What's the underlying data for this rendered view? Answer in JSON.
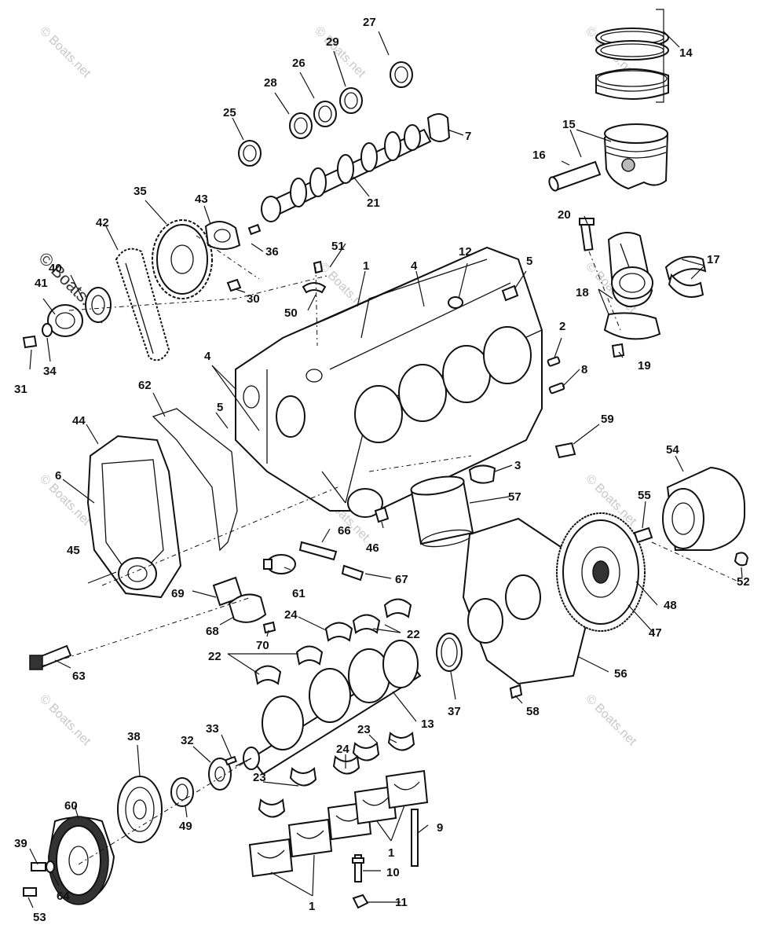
{
  "watermarks": [
    {
      "id": "wm1",
      "text": "© Boats.net"
    },
    {
      "id": "wm2",
      "text": "© Boats.net"
    },
    {
      "id": "wm3",
      "text": "© Boats.net"
    },
    {
      "id": "wm4",
      "text": "© Boats.net"
    },
    {
      "id": "wm5",
      "text": "© Boats.net"
    },
    {
      "id": "wm6",
      "text": "© Boats.net"
    },
    {
      "id": "wm7",
      "text": "© Boats.net"
    },
    {
      "id": "wm8",
      "text": "© Boats.net"
    },
    {
      "id": "wm9",
      "text": "© Boats.net"
    },
    {
      "id": "wm10",
      "text": "© Boats.net"
    },
    {
      "id": "wm11",
      "text": "© Boats.net"
    }
  ],
  "callouts": {
    "c1a": "1",
    "c1b": "1",
    "c1c": "1",
    "c2": "2",
    "c3": "3",
    "c4a": "4",
    "c4b": "4",
    "c5a": "5",
    "c5b": "5",
    "c6": "6",
    "c7": "7",
    "c8": "8",
    "c9": "9",
    "c10": "10",
    "c11": "11",
    "c12": "12",
    "c13": "13",
    "c14": "14",
    "c15": "15",
    "c16": "16",
    "c17": "17",
    "c18": "18",
    "c19": "19",
    "c20": "20",
    "c21": "21",
    "c22a": "22",
    "c22b": "22",
    "c23a": "23",
    "c23b": "23",
    "c24a": "24",
    "c24b": "24",
    "c25": "25",
    "c26": "26",
    "c27": "27",
    "c28": "28",
    "c29": "29",
    "c30": "30",
    "c31": "31",
    "c32": "32",
    "c33": "33",
    "c34": "34",
    "c35": "35",
    "c36": "36",
    "c37": "37",
    "c38": "38",
    "c39": "39",
    "c40": "40",
    "c41": "41",
    "c42": "42",
    "c43": "43",
    "c44": "44",
    "c45": "45",
    "c46": "46",
    "c47": "47",
    "c48": "48",
    "c49": "49",
    "c50": "50",
    "c51": "51",
    "c52": "52",
    "c53": "53",
    "c54": "54",
    "c55": "55",
    "c56": "56",
    "c57": "57",
    "c58": "58",
    "c59": "59",
    "c60": "60",
    "c61": "61",
    "c62": "62",
    "c63": "63",
    "c64": "64",
    "c66": "66",
    "c67": "67",
    "c68": "68",
    "c69": "69",
    "c70": "70"
  }
}
